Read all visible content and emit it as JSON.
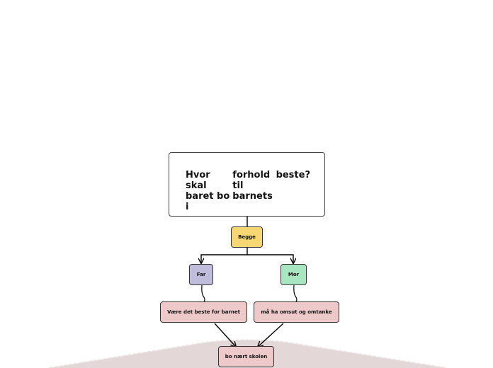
{
  "colors": {
    "main_fill": "#ffffff",
    "begge_fill": "#f7d774",
    "far_fill": "#bfbcdc",
    "mor_fill": "#a8e6c1",
    "pink_fill": "#edc9c9",
    "ground_fill": "#e3d7d7",
    "stroke": "#333333"
  },
  "map": {
    "main_topic": [
      "Hvor skal baret bo i",
      "forhold til barnets",
      "beste?"
    ],
    "nodes": {
      "begge": "Begge",
      "far": "Far",
      "mor": "Mor",
      "vaere": "Være det beste for barnet",
      "maa": "må ha omsut og omtanke",
      "bo": "bo nært skolen"
    }
  }
}
